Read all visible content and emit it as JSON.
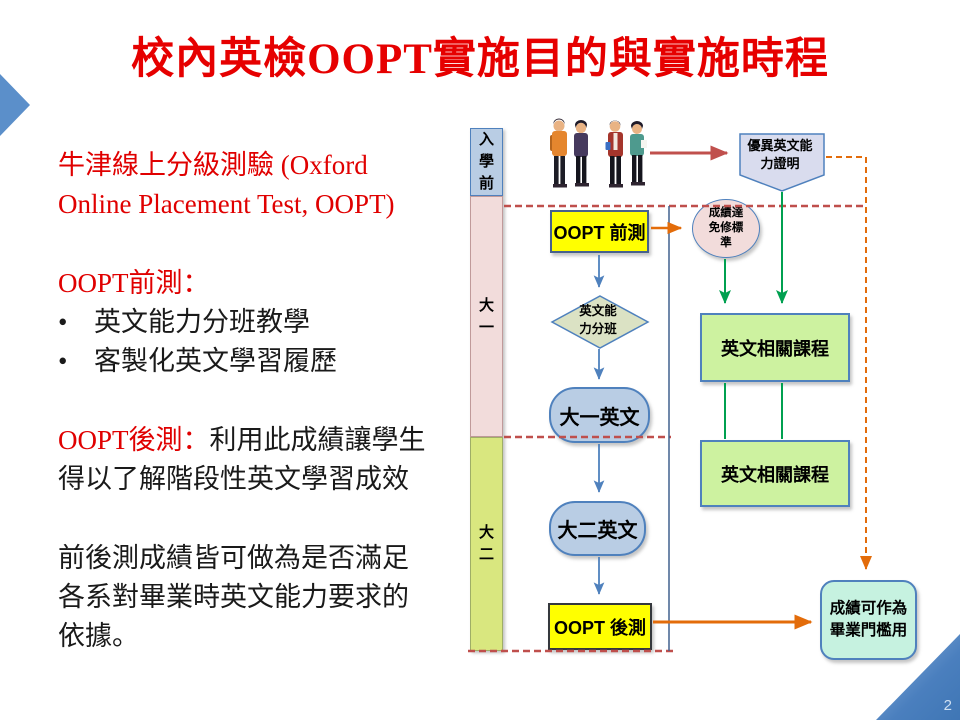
{
  "slide": {
    "title": "校內英檢OOPT實施目的與實施時程",
    "page_number": "2"
  },
  "left_panel": {
    "intro": "牛津線上分級測驗 (Oxford Online Placement Test, OOPT)",
    "pretest_heading": "OOPT前測：",
    "bullet_glyph": "•",
    "bullets": [
      "英文能力分班教學",
      "客製化英文學習履歷"
    ],
    "posttest_heading": "OOPT後測：",
    "posttest_body": "利用此成績讓學生得以了解階段性英文學習成效",
    "closing": "前後測成績皆可做為是否滿足各系對畢業時英文能力要求的依據。"
  },
  "timeline": {
    "pre_university": "入學前",
    "freshman": "大一",
    "sophomore": "大二"
  },
  "flow": {
    "pretest": "OOPT 前測",
    "placement": "英文能力分班",
    "freshman_english": "大一英文",
    "sophomore_english": "大二英文",
    "posttest": "OOPT 後測",
    "certificate": "優異英文能力證明",
    "exemption": "成績達免修標準",
    "course1": "英文相關課程",
    "course2": "英文相關課程",
    "graduation": "成績可作為畢業門檻用"
  },
  "colors": {
    "title_red": "#e60000",
    "heading_red": "#e00000",
    "border_blue": "#4f81bd",
    "yellow_node": "#ffff00",
    "blue_node": "#b9cde4",
    "green_node": "#cdf2a0",
    "mint_node": "#c6f2e0",
    "pink_fill": "#f2dcdb",
    "bar_blue": "#b9cde4",
    "bar_green": "#d9e77f",
    "diamond_fill": "#dbe2c4",
    "badge_fill": "#d9dcee",
    "connector_green": "#00a050",
    "connector_orange": "#e36c0a",
    "connector_darkred": "#c0504d",
    "dashed_red": "#bf4f4c",
    "connector_blue": "#4f81bd"
  }
}
